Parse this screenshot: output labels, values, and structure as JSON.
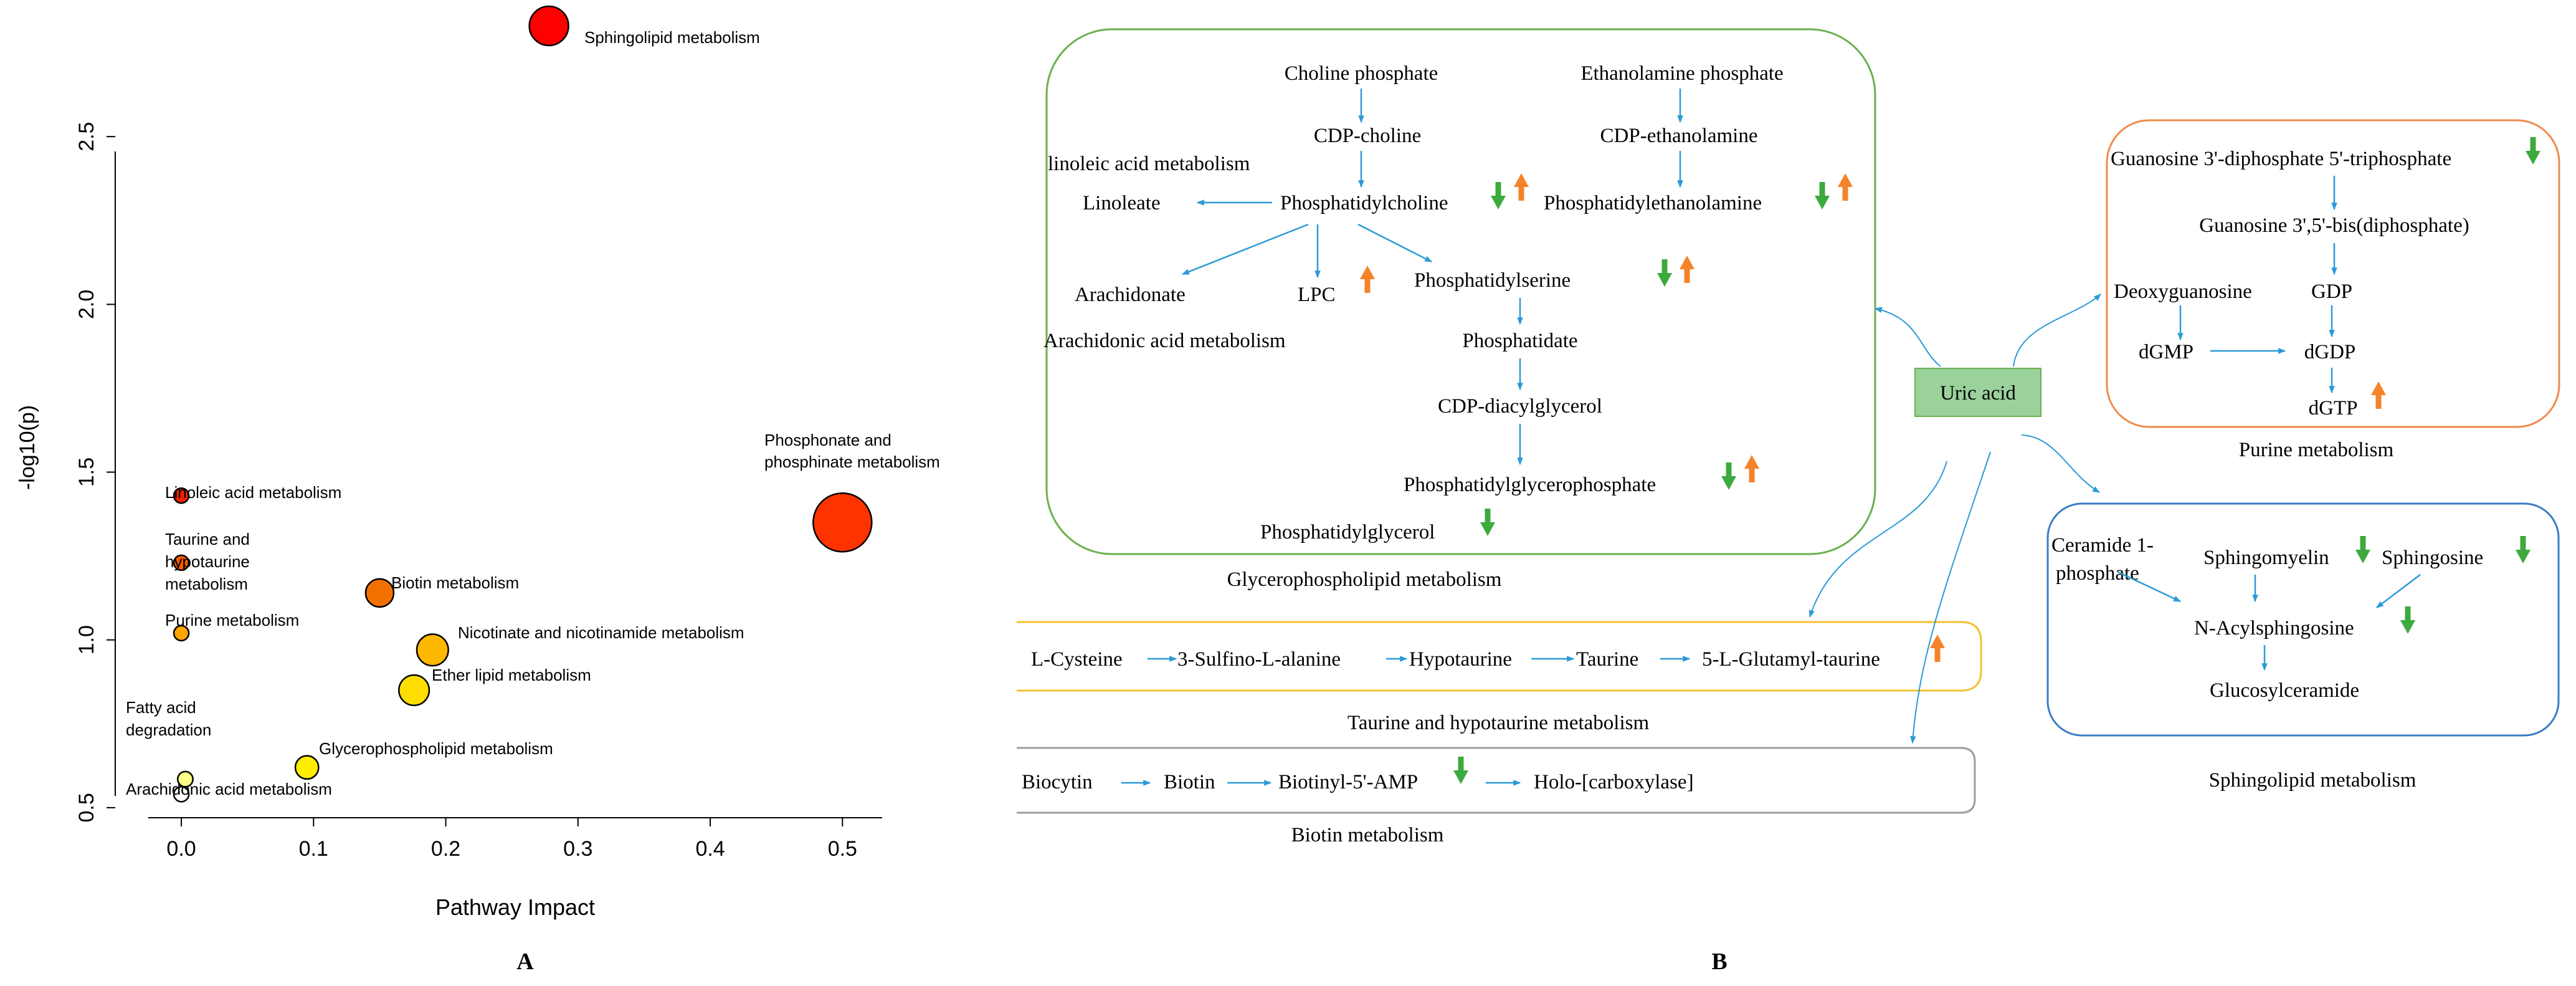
{
  "panel_labels": {
    "a": "A",
    "b": "B"
  },
  "chart_data": {
    "type": "scatter",
    "xlabel": "Pathway Impact",
    "ylabel": "-log10(p)",
    "xlim": [
      -0.025,
      0.53
    ],
    "ylim": [
      0.47,
      2.87
    ],
    "xticks": [
      "0.0",
      "0.1",
      "0.2",
      "0.3",
      "0.4",
      "0.5"
    ],
    "yticks": [
      "0.5",
      "1.0",
      "1.5",
      "2.0",
      "2.5"
    ],
    "grid": false,
    "points": [
      {
        "label": "Sphingolipid metabolism",
        "x": 0.278,
        "y": 2.83,
        "color": "#ff0000"
      },
      {
        "label": "Phosphonate and phosphinate metabolism",
        "x": 0.5,
        "y": 1.35,
        "color": "#ff3300"
      },
      {
        "label": "Linoleic acid metabolism",
        "x": 0.0,
        "y": 1.43,
        "color": "#ee2200"
      },
      {
        "label": "Taurine and hypotaurine metabolism",
        "x": 0.0,
        "y": 1.23,
        "color": "#f55a00"
      },
      {
        "label": "Biotin metabolism",
        "x": 0.15,
        "y": 1.14,
        "color": "#f27000"
      },
      {
        "label": "Purine metabolism",
        "x": 0.0,
        "y": 1.02,
        "color": "#ffa500"
      },
      {
        "label": "Nicotinate and nicotinamide metabolism",
        "x": 0.19,
        "y": 0.97,
        "color": "#ffb800"
      },
      {
        "label": "Ether lipid metabolism",
        "x": 0.176,
        "y": 0.85,
        "color": "#ffdd00"
      },
      {
        "label": "Glycerophospholipid metabolism",
        "x": 0.095,
        "y": 0.62,
        "color": "#ffee00"
      },
      {
        "label": "Fatty acid degradation",
        "x": 0.003,
        "y": 0.585,
        "color": "#ffff88"
      },
      {
        "label": "Arachidonic acid metabolism",
        "x": 0.0,
        "y": 0.54,
        "color": "#ffffff"
      }
    ]
  },
  "diagram": {
    "colors": {
      "arrow": "#2b9ad6",
      "down": "#3daa3d",
      "up": "#f5832a",
      "green_box": "#6ab04c",
      "orange_box": "#f08a4b",
      "yellow_box": "#f2c230",
      "grey_box": "#9e9e9e",
      "blue_box": "#3a7cc4",
      "uric_fill": "#9bd19b"
    },
    "glycero": {
      "title": "Glycerophospholipid metabolism",
      "choline_phosphate": "Choline phosphate",
      "ethanolamine_phosphate": "Ethanolamine phosphate",
      "cdp_choline": "CDP-choline",
      "cdp_ethanolamine": "CDP-ethanolamine",
      "linoleic_pathway": "linoleic acid metabolism",
      "linoleate": "Linoleate",
      "phosphatidylcholine": "Phosphatidylcholine",
      "phosphatidylethanolamine": "Phosphatidylethanolamine",
      "arachidonate": "Arachidonate",
      "lpc": "LPC",
      "phosphatidylserine": "Phosphatidylserine",
      "arachidonic_pathway": "Arachidonic acid metabolism",
      "phosphatidate": "Phosphatidate",
      "cdp_diacylglycerol": "CDP-diacylglycerol",
      "pgp": "Phosphatidylglycerophosphate",
      "pg": "Phosphatidylglycerol"
    },
    "uric_acid": "Uric acid",
    "purine": {
      "title": "Purine metabolism",
      "ppgpp": "Guanosine 3'-diphosphate 5'-triphosphate",
      "ppgpp2": "Guanosine 3',5'-bis(diphosphate)",
      "deoxyguanosine": "Deoxyguanosine",
      "gdp": "GDP",
      "dgmp": "dGMP",
      "dgdp": "dGDP",
      "dgtp": "dGTP"
    },
    "sphingo": {
      "title": "Sphingolipid metabolism",
      "cer1p_line1": "Ceramide 1-",
      "cer1p_line2": "phosphate",
      "sphingomyelin": "Sphingomyelin",
      "sphingosine": "Sphingosine",
      "nacyl": "N-Acylsphingosine",
      "glucosylceramide": "Glucosylceramide"
    },
    "taurine": {
      "title": "Taurine and hypotaurine metabolism",
      "items": [
        "L-Cysteine",
        "3-Sulfino-L-alanine",
        "Hypotaurine",
        "Taurine",
        "5-L-Glutamyl-taurine"
      ]
    },
    "biotin": {
      "title": "Biotin metabolism",
      "items": [
        "Biocytin",
        "Biotin",
        "Biotinyl-5'-AMP",
        "Holo-[carboxylase]"
      ]
    }
  }
}
